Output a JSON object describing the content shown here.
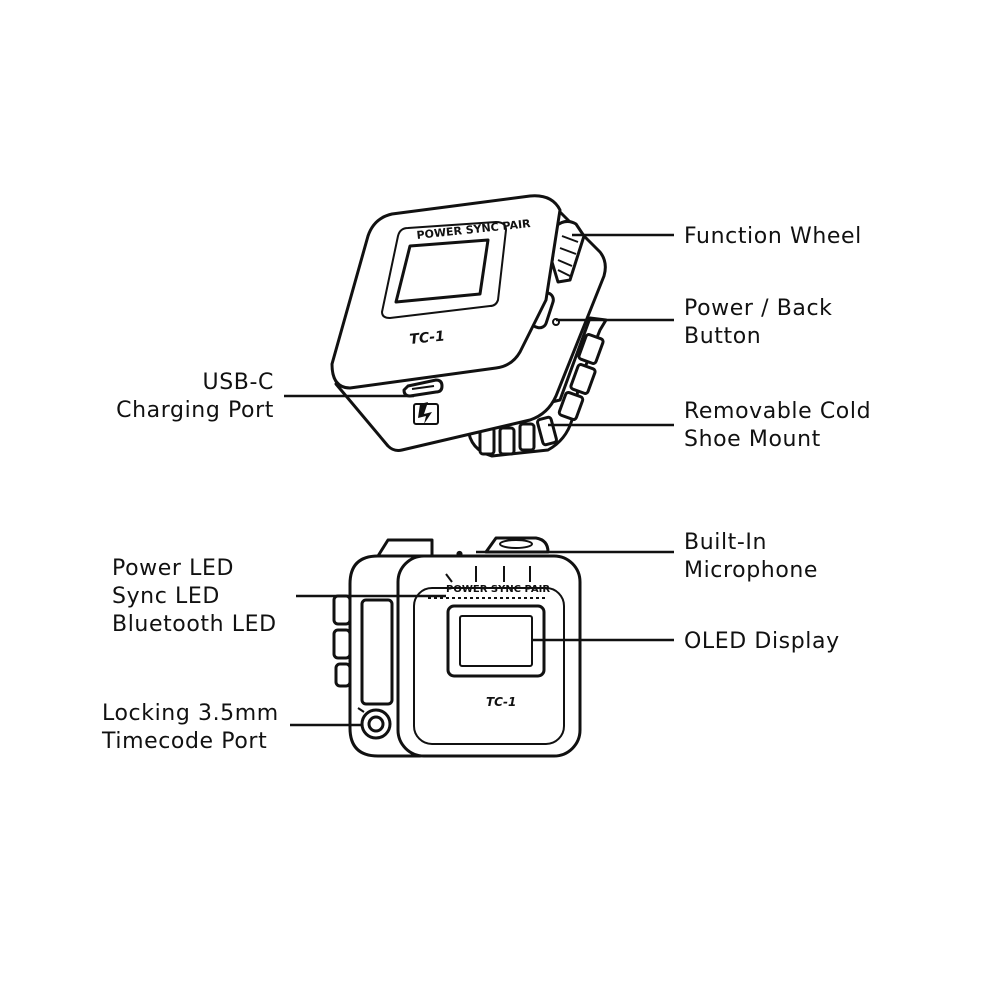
{
  "device_top": {
    "panel_text": "POWER SYNC PAIR",
    "model": "TC-1",
    "callouts": {
      "function_wheel": "Function Wheel",
      "power_back_line1": "Power / Back",
      "power_back_line2": "Button",
      "cold_shoe_line1": "Removable Cold",
      "cold_shoe_line2": "Shoe Mount",
      "usb_line1": "USB-C",
      "usb_line2": "Charging Port"
    }
  },
  "device_bottom": {
    "panel_text": "POWER SYNC PAIR",
    "model": "TC-1",
    "callouts": {
      "power_led": "Power LED",
      "sync_led": "Sync LED",
      "bluetooth_led": "Bluetooth LED",
      "timecode_line1": "Locking 3.5mm",
      "timecode_line2": "Timecode Port",
      "mic_line1": "Built-In",
      "mic_line2": "Microphone",
      "oled": "OLED Display"
    }
  },
  "colors": {
    "ink": "#111111",
    "background": "#ffffff"
  }
}
